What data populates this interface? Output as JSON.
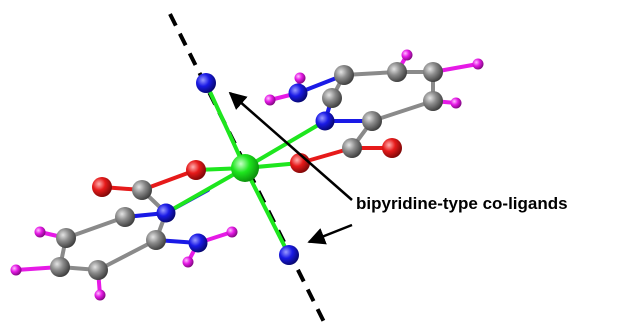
{
  "annotation": {
    "label": "bipyridine-type co-ligands"
  },
  "colors": {
    "background": "#ffffff",
    "metal_center": "#1ee61e",
    "nitrogen": "#1a1ae6",
    "oxygen": "#e61a1a",
    "carbon": "#8a8a8a",
    "hydrogen": "#e61ae6",
    "axis_line": "#000000"
  },
  "elements": {
    "metal": "central metal ion",
    "axis": "dashed axial direction",
    "arrows": "annotation arrows"
  }
}
